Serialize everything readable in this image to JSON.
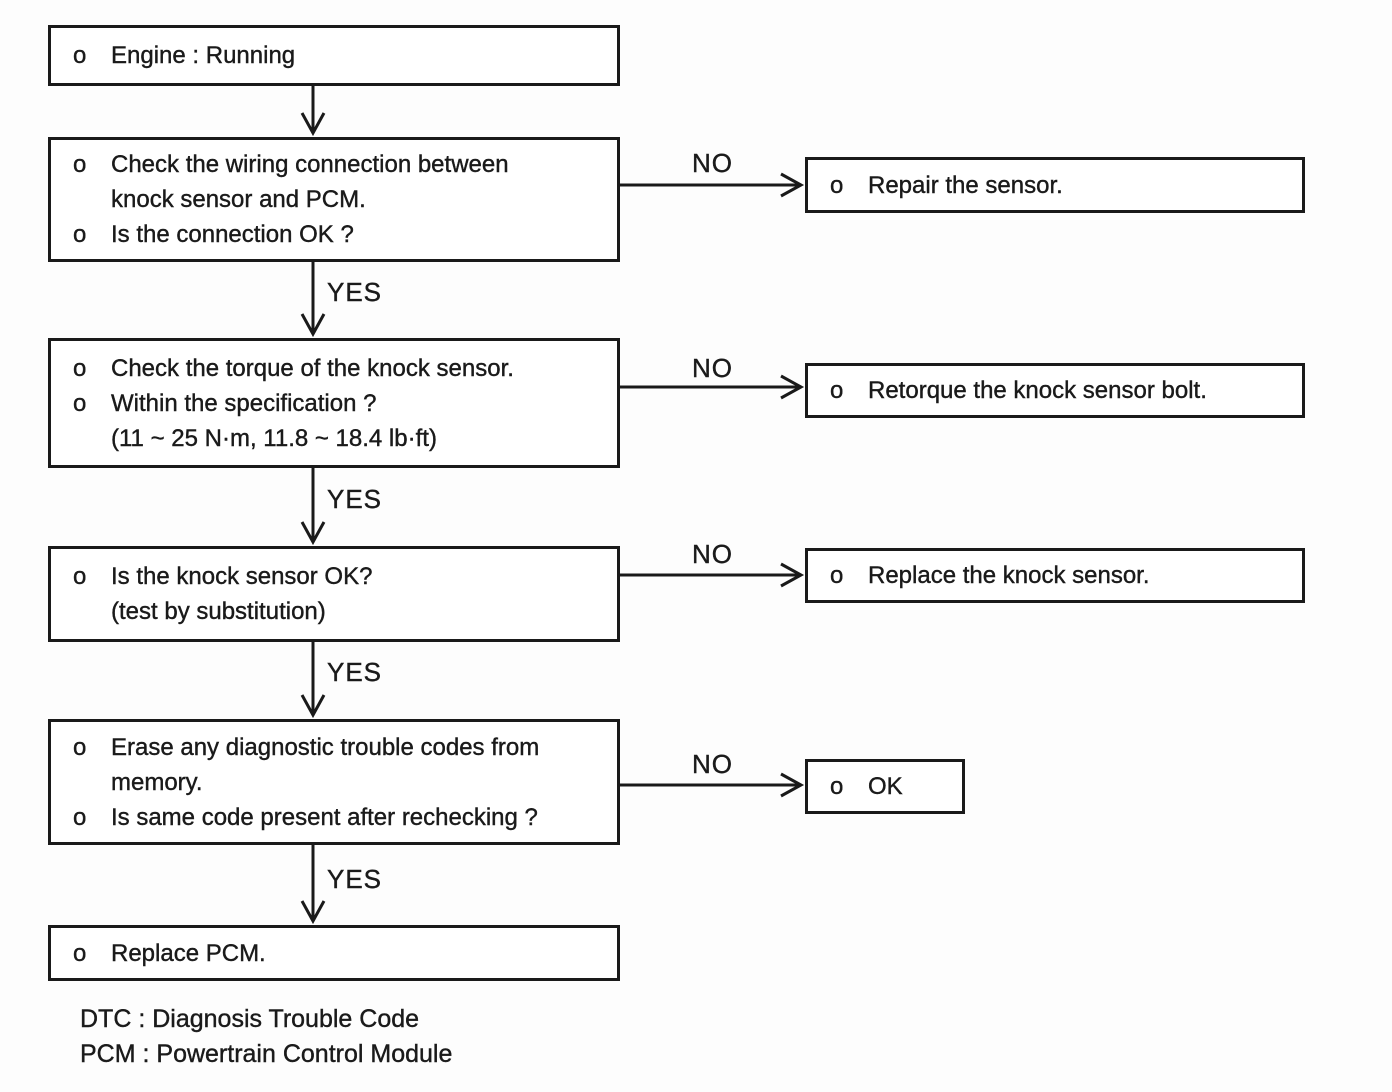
{
  "flow": {
    "steps": [
      {
        "name": "engine-running",
        "lines": [
          {
            "bullet": "o",
            "text": "Engine : Running"
          }
        ]
      },
      {
        "name": "check-wiring",
        "lines": [
          {
            "bullet": "o",
            "text": "Check the wiring connection between"
          },
          {
            "bullet": "",
            "text": "knock sensor and PCM."
          },
          {
            "bullet": "o",
            "text": "Is the connection OK ?"
          }
        ]
      },
      {
        "name": "check-torque",
        "lines": [
          {
            "bullet": "o",
            "text": "Check the torque of the knock sensor."
          },
          {
            "bullet": "o",
            "text": "Within the specification ?"
          },
          {
            "bullet": "",
            "text": "(11 ~ 25 N·m, 11.8 ~ 18.4 lb·ft)"
          }
        ]
      },
      {
        "name": "knock-sensor-ok",
        "lines": [
          {
            "bullet": "o",
            "text": "Is the knock sensor OK?"
          },
          {
            "bullet": "",
            "text": "(test by substitution)"
          }
        ]
      },
      {
        "name": "erase-dtc",
        "lines": [
          {
            "bullet": "o",
            "text": "Erase any diagnostic trouble codes from"
          },
          {
            "bullet": "",
            "text": "memory."
          },
          {
            "bullet": "o",
            "text": "Is same code present after rechecking ?"
          }
        ]
      },
      {
        "name": "replace-pcm",
        "lines": [
          {
            "bullet": "o",
            "text": "Replace PCM."
          }
        ]
      }
    ],
    "actions": [
      {
        "name": "repair-sensor",
        "lines": [
          {
            "bullet": "o",
            "text": "Repair the sensor."
          }
        ]
      },
      {
        "name": "retorque-bolt",
        "lines": [
          {
            "bullet": "o",
            "text": "Retorque the knock sensor bolt."
          }
        ]
      },
      {
        "name": "replace-knock-sensor",
        "lines": [
          {
            "bullet": "o",
            "text": "Replace the knock sensor."
          }
        ]
      },
      {
        "name": "ok",
        "lines": [
          {
            "bullet": "o",
            "text": "OK"
          }
        ]
      }
    ],
    "edge_labels": {
      "yes": "YES",
      "no": "NO"
    },
    "footnotes": [
      "DTC : Diagnosis Trouble Code",
      "PCM : Powertrain Control Module"
    ]
  },
  "colors": {
    "ink": "#1a1a1a",
    "paper": "#fdfdfd"
  }
}
